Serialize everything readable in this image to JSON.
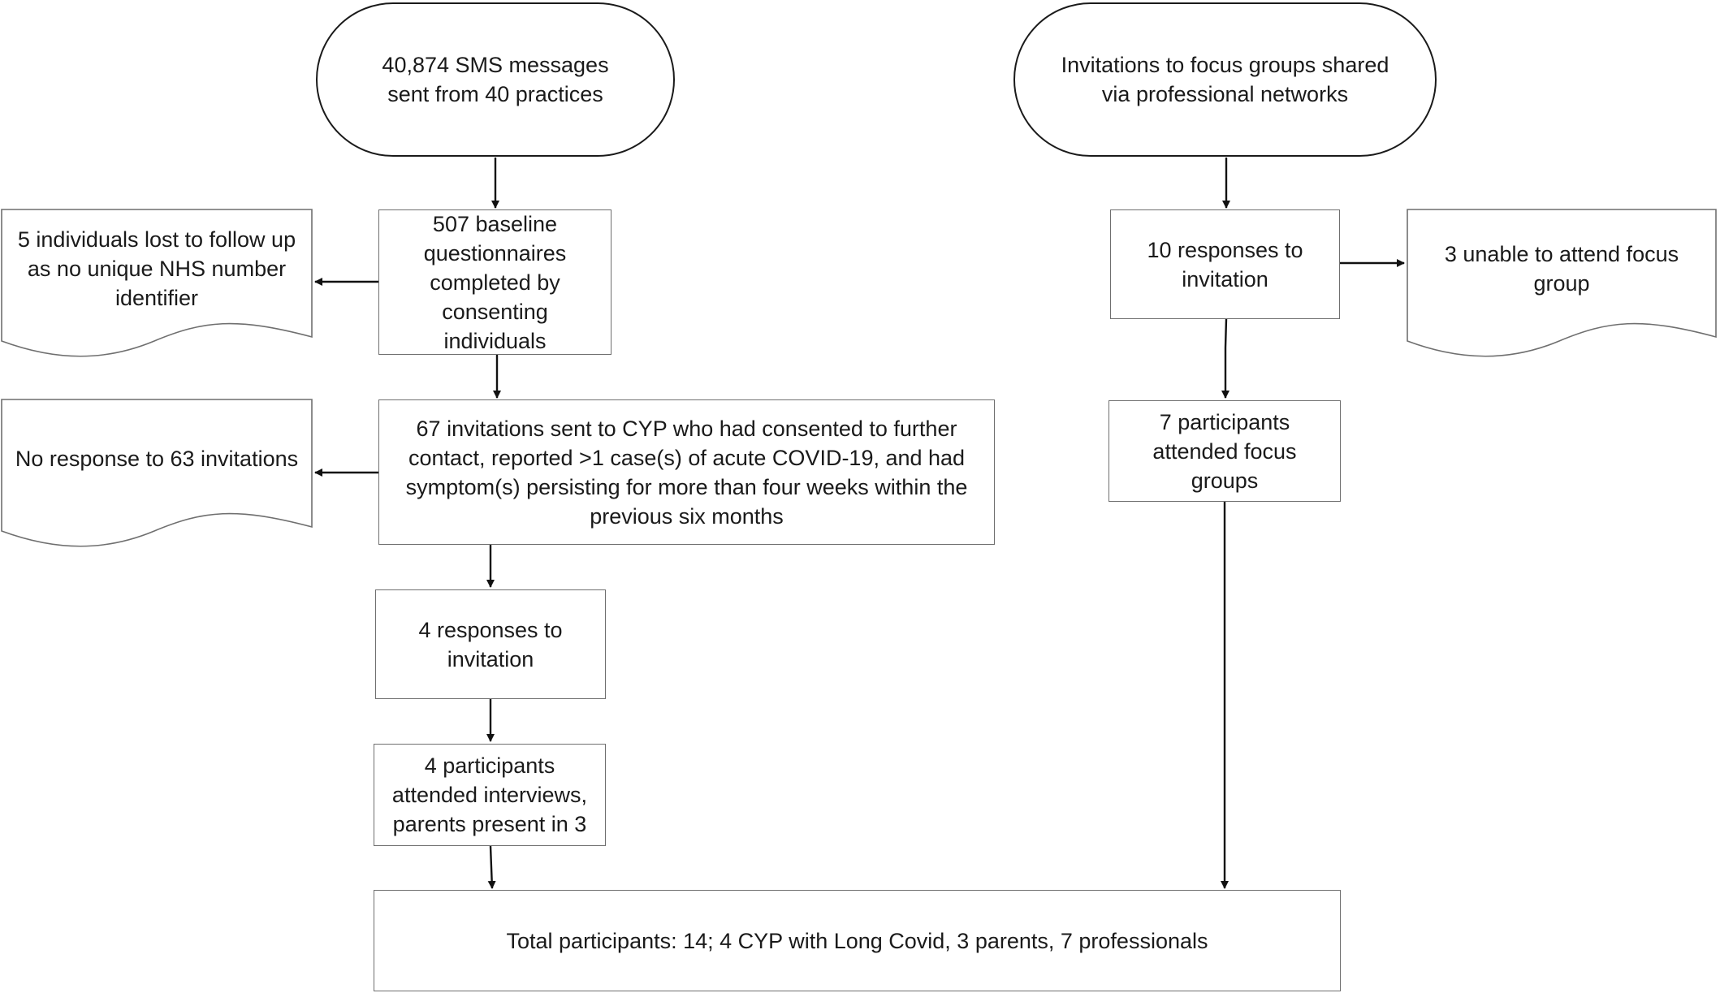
{
  "start_nodes": {
    "sms": "40,874 SMS messages sent from 40 practices",
    "networks": "Invitations to focus groups shared via professional networks"
  },
  "left_branch": {
    "baseline": "507 baseline questionnaires completed by consenting individuals",
    "invitations": "67 invitations sent to CYP who had consented to further contact, reported >1 case(s) of acute COVID-19, and had symptom(s) persisting for more than four weeks within the previous six months",
    "responses": "4 responses to invitation",
    "attended": "4 participants attended interviews, parents present in 3"
  },
  "left_exclusions": {
    "lost": "5 individuals lost to follow up as no unique NHS number identifier",
    "no_response": "No response to 63 invitations"
  },
  "right_branch": {
    "responses": "10 responses to invitation",
    "attended": "7 participants attended focus groups"
  },
  "right_exclusions": {
    "unable": "3 unable to attend focus group"
  },
  "total": "Total participants: 14; 4 CYP with Long Covid, 3 parents, 7 professionals"
}
